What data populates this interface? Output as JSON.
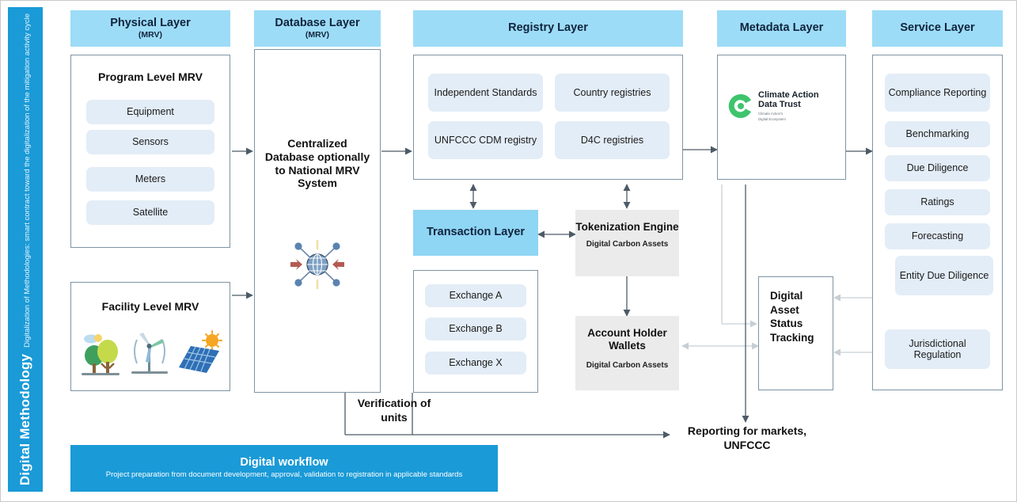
{
  "sidebar": {
    "title": "Digital Methodology",
    "subtitle": "Digitalization of Methodologies: smart contract toward the digitalization of the mitigation activity cycle"
  },
  "columns": {
    "physical": {
      "header_title": "Physical Layer",
      "header_sub": "(MRV)",
      "program_title": "Program Level MRV",
      "program_items": [
        "Equipment",
        "Sensors",
        "Meters",
        "Satellite"
      ],
      "facility_title": "Facility Level MRV",
      "facility_icons": [
        "forest-trees-icon",
        "wind-turbine-icon",
        "solar-panel-icon"
      ]
    },
    "database": {
      "header_title": "Database Layer",
      "header_sub": "(MRV)",
      "body_text": "Centralized Database optionally to National MRV System",
      "icon": "network-globe-icon"
    },
    "registry": {
      "header_title": "Registry Layer",
      "items": [
        "Independent Standards",
        "Country registries",
        "UNFCCC CDM registry",
        "D4C registries"
      ]
    },
    "metadata": {
      "header_title": "Metadata Layer",
      "logo_line1": "Climate Action",
      "logo_line2": "Data Trust",
      "logo_tagline1": "Climate Action's",
      "logo_tagline2": "Digital Ecosystem",
      "logo_icon": "climate-action-data-trust-logo",
      "logo_color": "#3ec46d"
    },
    "service": {
      "header_title": "Service Layer",
      "items": [
        "Compliance Reporting",
        "Benchmarking",
        "Due Diligence",
        "Ratings",
        "Forecasting",
        "Entity Due Diligence",
        "Jurisdictional Regulation"
      ]
    }
  },
  "transaction": {
    "title": "Transaction Layer",
    "exchanges": [
      "Exchange A",
      "Exchange B",
      "Exchange X"
    ]
  },
  "tokenization": {
    "title": "Tokenization Engine",
    "subtitle": "Digital Carbon Assets"
  },
  "wallets": {
    "title": "Account Holder Wallets",
    "subtitle": "Digital Carbon Assets"
  },
  "tracking": {
    "title": "Digital Asset Status Tracking"
  },
  "labels": {
    "verification": "Verification of units",
    "reporting": "Reporting for markets, UNFCCC"
  },
  "footer": {
    "title": "Digital workflow",
    "subtitle": "Project preparation from document development, approval, validation to registration in applicable standards"
  },
  "colors": {
    "banner_blue": "#1a9ad7",
    "header_blue": "#9ddcf7",
    "pill_blue": "#e3edf7",
    "gray_box": "#ebebeb",
    "text_dark": "#10243d"
  }
}
